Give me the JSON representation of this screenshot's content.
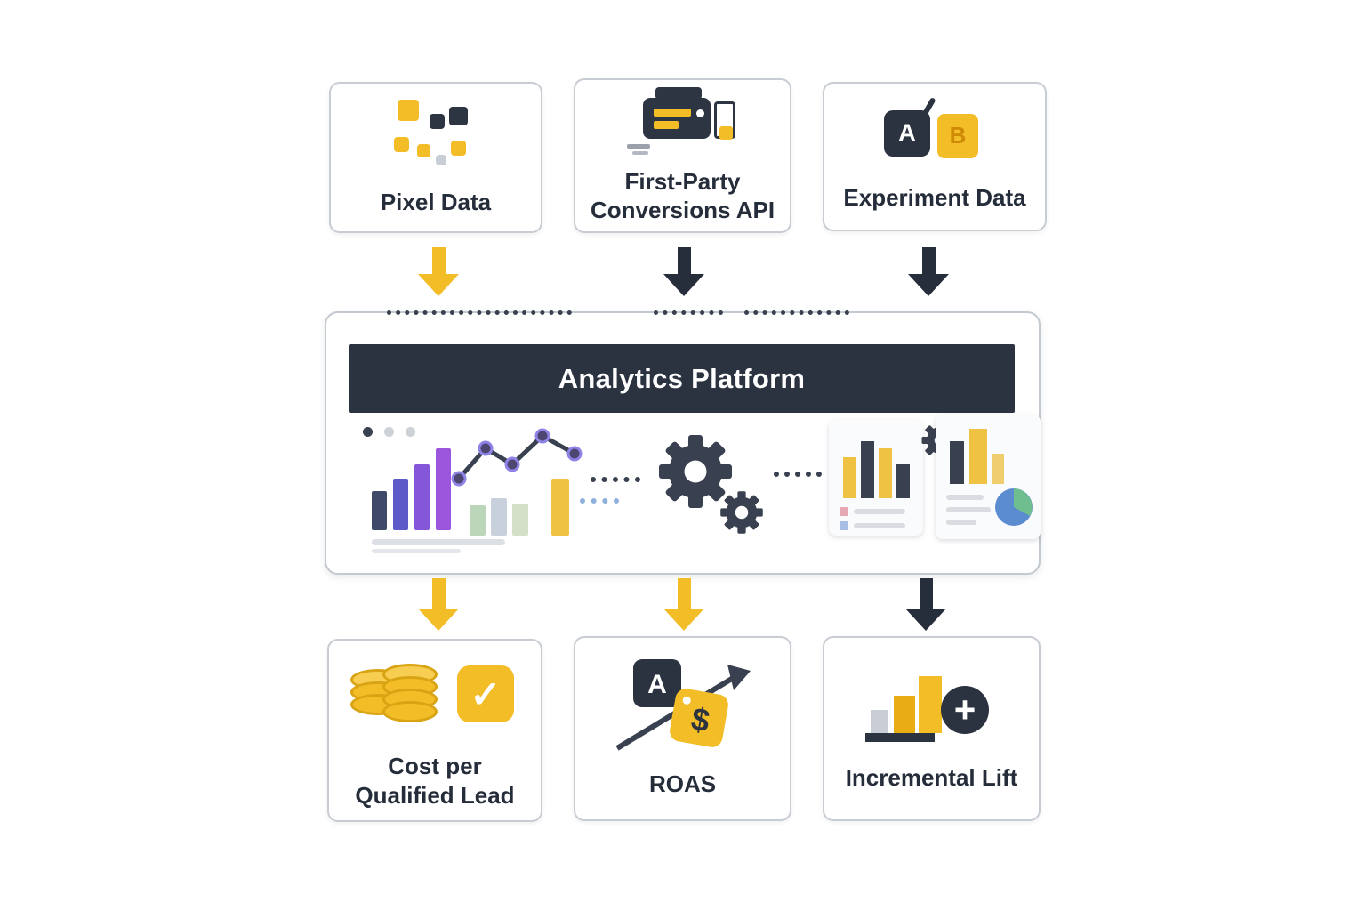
{
  "diagram": {
    "inputs": [
      {
        "label": "Pixel Data"
      },
      {
        "label": "First-Party Conversions API"
      },
      {
        "label": "Experiment Data"
      }
    ],
    "platform": {
      "title": "Analytics Platform"
    },
    "outputs": [
      {
        "label": "Cost per Qualified Lead"
      },
      {
        "label": "ROAS"
      },
      {
        "label": "Incremental Lift"
      }
    ]
  },
  "glyphs": {
    "variant_a": "A",
    "variant_b": "B",
    "dollar": "$",
    "check": "✓",
    "plus": "+"
  },
  "colors": {
    "accent_yellow": "#F3BD27",
    "dark": "#2B3240"
  }
}
